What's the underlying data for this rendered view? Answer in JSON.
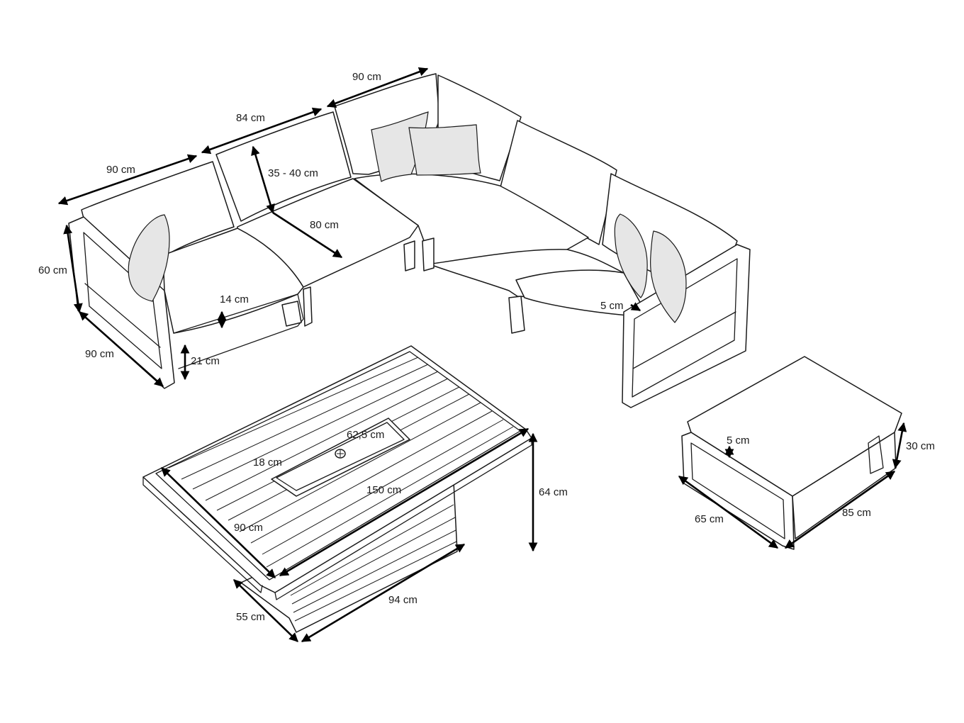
{
  "colors": {
    "line": "#1a1a1a",
    "background": "#ffffff",
    "dimension": "#000000"
  },
  "dimensions": {
    "sofa_left_module_width": "90 cm",
    "sofa_middle_module_width": "84 cm",
    "sofa_corner_module_width": "90 cm",
    "backrest_height": "35 - 40 cm",
    "seat_depth": "80 cm",
    "sofa_total_height": "60 cm",
    "cushion_thickness": "14 cm",
    "sofa_depth": "90 cm",
    "seat_height": "21 cm",
    "armrest_width": "5 cm",
    "burner_length": "62,5 cm",
    "burner_width": "18 cm",
    "table_length": "150 cm",
    "table_height": "64 cm",
    "table_width": "90 cm",
    "table_base_length": "94 cm",
    "table_base_width": "55 cm",
    "ottoman_frame": "5 cm",
    "ottoman_height": "30 cm",
    "ottoman_depth": "65 cm",
    "ottoman_width": "85 cm"
  }
}
